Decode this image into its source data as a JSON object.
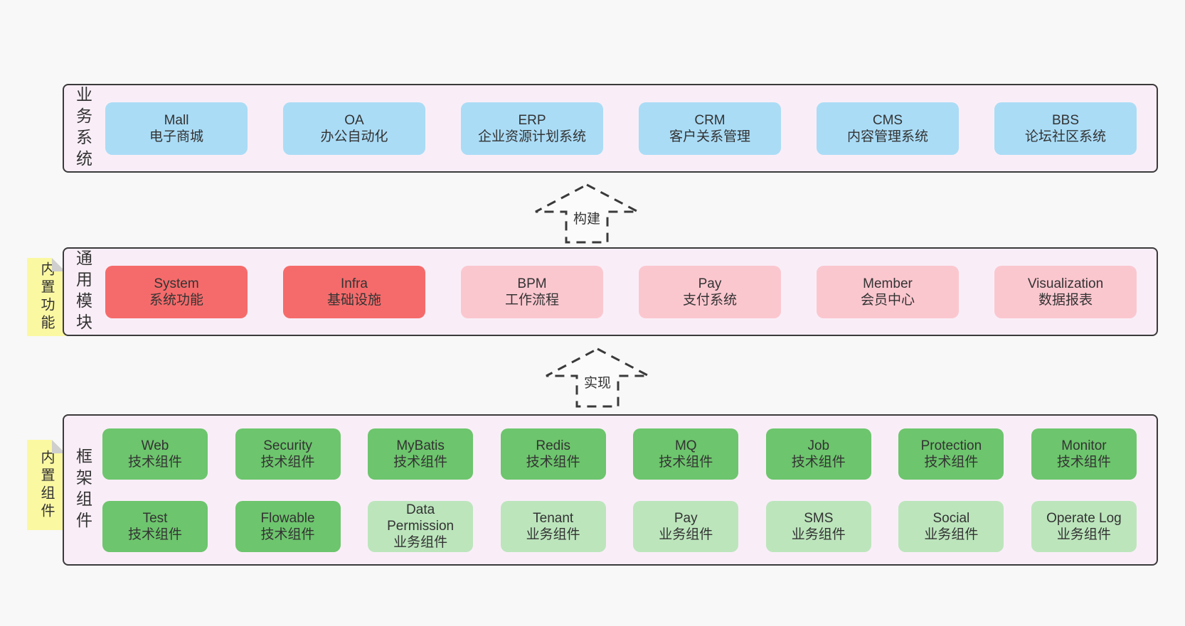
{
  "page": {
    "background": "#f8f8f8"
  },
  "colors": {
    "band_background": "#f9eef7",
    "band_border": "#3a3a3a",
    "box_blue": "#aadcf6",
    "box_red": "#f56b6b",
    "box_pink": "#fbc7cf",
    "box_green": "#6dc56d",
    "box_green_light": "#bce5bc",
    "note_yellow": "#fbf8a2",
    "note_fold_gray": "#cfcfcf",
    "text": "#333333"
  },
  "bands": [
    {
      "id": "business-systems",
      "label": "业务系统",
      "boxes": [
        {
          "name": "Mall",
          "desc": "电子商城",
          "variant": "blue"
        },
        {
          "name": "OA",
          "desc": "办公自动化",
          "variant": "blue"
        },
        {
          "name": "ERP",
          "desc": "企业资源计划系统",
          "variant": "blue"
        },
        {
          "name": "CRM",
          "desc": "客户关系管理",
          "variant": "blue"
        },
        {
          "name": "CMS",
          "desc": "内容管理系统",
          "variant": "blue"
        },
        {
          "name": "BBS",
          "desc": "论坛社区系统",
          "variant": "blue"
        }
      ]
    },
    {
      "id": "common-modules",
      "label": "通用模块",
      "note": "内置功能",
      "boxes": [
        {
          "name": "System",
          "desc": "系统功能",
          "variant": "red"
        },
        {
          "name": "Infra",
          "desc": "基础设施",
          "variant": "red"
        },
        {
          "name": "BPM",
          "desc": "工作流程",
          "variant": "pink"
        },
        {
          "name": "Pay",
          "desc": "支付系统",
          "variant": "pink"
        },
        {
          "name": "Member",
          "desc": "会员中心",
          "variant": "pink"
        },
        {
          "name": "Visualization",
          "desc": "数据报表",
          "variant": "pink"
        }
      ]
    },
    {
      "id": "framework-components",
      "label": "框架组件",
      "note": "内置组件",
      "boxes": [
        {
          "name": "Web",
          "desc": "技术组件",
          "variant": "green"
        },
        {
          "name": "Security",
          "desc": "技术组件",
          "variant": "green"
        },
        {
          "name": "MyBatis",
          "desc": "技术组件",
          "variant": "green"
        },
        {
          "name": "Redis",
          "desc": "技术组件",
          "variant": "green"
        },
        {
          "name": "MQ",
          "desc": "技术组件",
          "variant": "green"
        },
        {
          "name": "Job",
          "desc": "技术组件",
          "variant": "green"
        },
        {
          "name": "Protection",
          "desc": "技术组件",
          "variant": "green"
        },
        {
          "name": "Monitor",
          "desc": "技术组件",
          "variant": "green"
        },
        {
          "name": "Test",
          "desc": "技术组件",
          "variant": "green"
        },
        {
          "name": "Flowable",
          "desc": "技术组件",
          "variant": "green"
        },
        {
          "name": "Data Permission",
          "desc": "业务组件",
          "variant": "green-light"
        },
        {
          "name": "Tenant",
          "desc": "业务组件",
          "variant": "green-light"
        },
        {
          "name": "Pay",
          "desc": "业务组件",
          "variant": "green-light"
        },
        {
          "name": "SMS",
          "desc": "业务组件",
          "variant": "green-light"
        },
        {
          "name": "Social",
          "desc": "业务组件",
          "variant": "green-light"
        },
        {
          "name": "Operate Log",
          "desc": "业务组件",
          "variant": "green-light"
        }
      ]
    }
  ],
  "arrows": [
    {
      "label": "构建"
    },
    {
      "label": "实现"
    }
  ]
}
